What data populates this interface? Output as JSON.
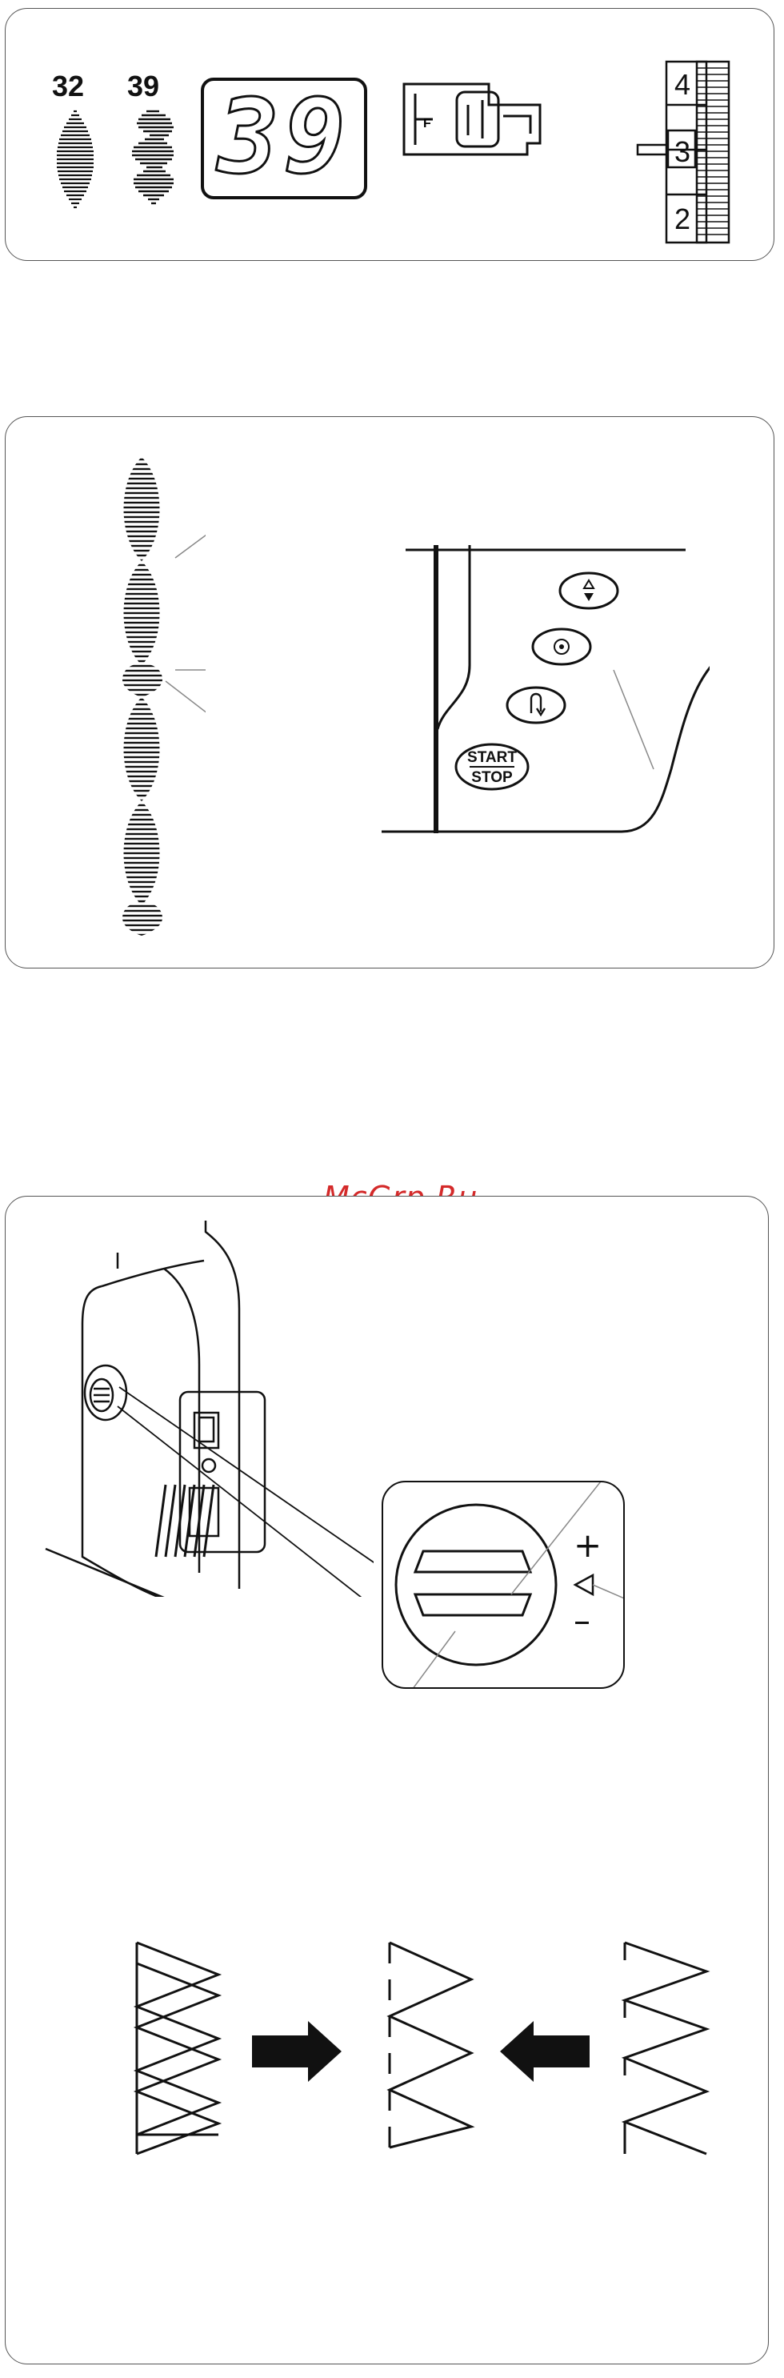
{
  "watermark": "McGrp.Ru",
  "top_panel": {
    "patterns": [
      {
        "number": "32",
        "icon": "satin-oval-stitch-icon"
      },
      {
        "number": "39",
        "icon": "satin-heart-stitch-icon"
      }
    ],
    "lcd_display": "39",
    "presser_foot_letter": "F",
    "tension_dial": {
      "marks": [
        "4",
        "3",
        "2"
      ],
      "selected": "3"
    }
  },
  "middle_panel": {
    "buttons": [
      {
        "name": "needle-up-down-button",
        "icon": "needle-up-down-icon"
      },
      {
        "name": "lock-stitch-button",
        "icon": "lock-stitch-icon"
      },
      {
        "name": "reverse-button",
        "icon": "reverse-icon"
      },
      {
        "name": "start-stop-button",
        "label_top": "START",
        "label_bottom": "STOP"
      }
    ]
  },
  "bottom_panel": {
    "balance_dial": {
      "plus": "+",
      "minus": "–",
      "marker": "◁"
    },
    "zigzag_arrows": [
      "right-arrow-icon",
      "left-arrow-icon"
    ]
  }
}
